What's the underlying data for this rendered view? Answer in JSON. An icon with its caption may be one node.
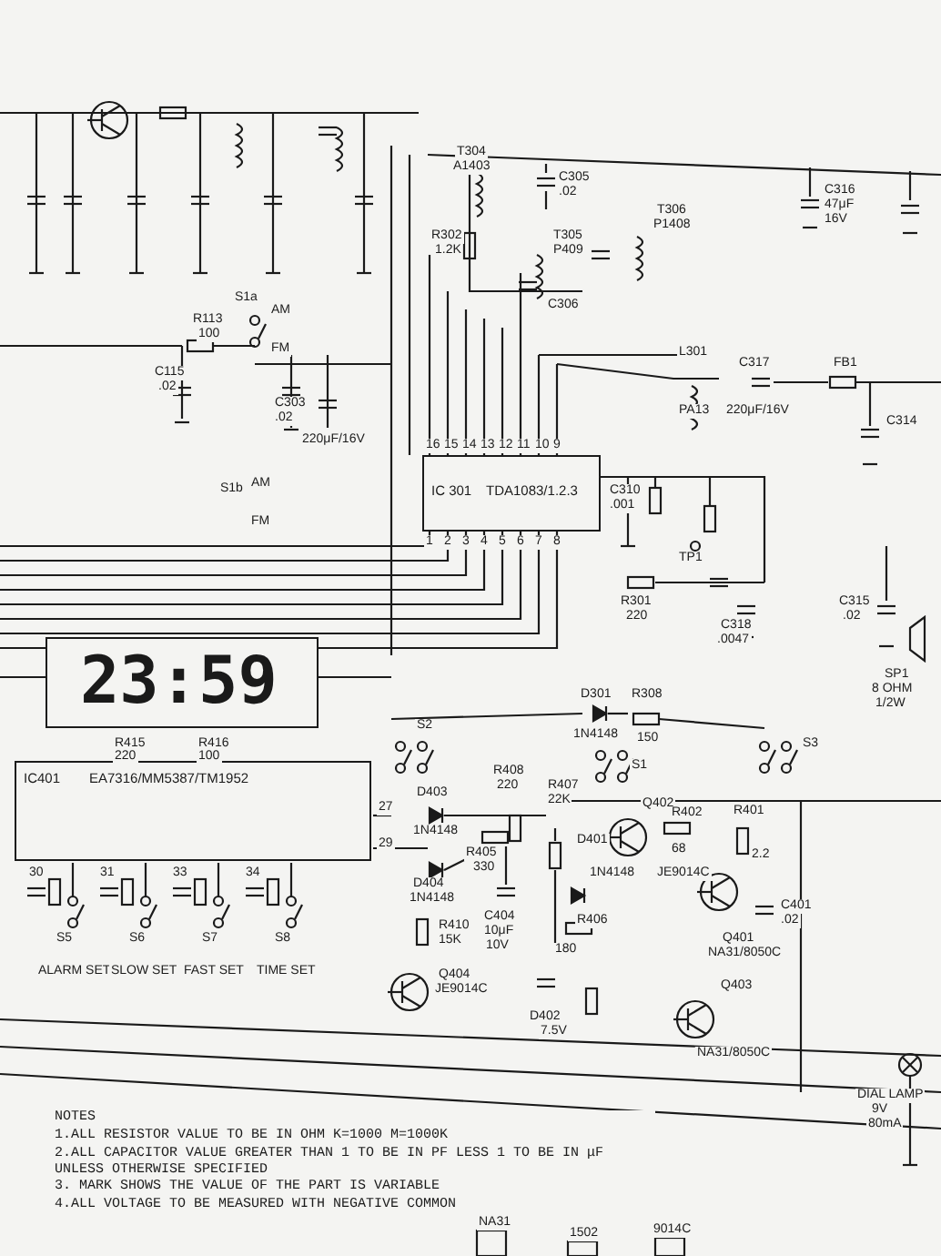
{
  "diagram": {
    "nodes": [
      {
        "text": [
          "IC 301",
          "TDA1083/1.2.3"
        ]
      },
      {
        "text": [
          "23:59"
        ]
      },
      {
        "text": [
          "IC401",
          "EA7316/MM5387/TM1952"
        ]
      }
    ],
    "labels": [
      "R113",
      "100",
      "C115",
      ".02",
      "S1a",
      "AM",
      "FM",
      "C303",
      ".02",
      "220μF/16V",
      "T304",
      "A1403",
      "C305",
      ".02",
      "R302",
      "1.2K",
      "T305",
      "P409",
      "C306",
      "T306",
      "P1408",
      "C316",
      "47μF",
      "16V",
      "L301",
      "PA13",
      "C317",
      "220μF/16V",
      "FB1",
      "C314",
      "16",
      "15",
      "14",
      "13",
      "12",
      "11",
      "10",
      "9",
      "1",
      "2",
      "3",
      "4",
      "5",
      "6",
      "7",
      "8",
      "C310",
      ".001",
      "TP1",
      "R301",
      "220",
      "C318",
      ".0047",
      "C315",
      ".02",
      "SP1",
      "8 OHM",
      "1/2W",
      "S1b",
      "AM",
      "FM",
      "R416",
      "100",
      "R415",
      "220",
      "27",
      "29",
      "30",
      "31",
      "33",
      "34",
      "S2",
      "S1",
      "S3",
      "D301",
      "1N4148",
      "R308",
      "150",
      "D403",
      "1N4148",
      "D404",
      "1N4148",
      "R408",
      "220",
      "R405",
      "330",
      "C404",
      "10μF",
      "10V",
      "R407",
      "22K",
      "D401",
      "1N4148",
      "Q402",
      "JE9014C",
      "R402",
      "68",
      "R401",
      "2.2",
      "C401",
      ".02",
      "Q401",
      "NA31/8050C",
      "R410",
      "15K",
      "Q404",
      "JE9014C",
      "R406",
      "180",
      "D402",
      "7.5V",
      "Q403",
      "NA31/8050C",
      "S5",
      "S6",
      "S7",
      "S8",
      "ALARM SET",
      "SLOW SET",
      "FAST SET",
      "TIME SET",
      "DIAL LAMP",
      "9V",
      "80mA",
      "NOTES",
      "1.ALL RESISTOR VALUE TO BE IN OHM K=1000 M=1000K",
      "2.ALL CAPACITOR VALUE GREATER THAN 1 TO BE IN PF LESS 1 TO BE IN μF UNLESS OTHERWISE SPECIFIED",
      "3. MARK SHOWS THE VALUE OF THE PART IS VARIABLE",
      "4.ALL VOLTAGE TO BE MEASURED WITH NEGATIVE COMMON",
      "NA31",
      "1502",
      "9014C"
    ]
  }
}
